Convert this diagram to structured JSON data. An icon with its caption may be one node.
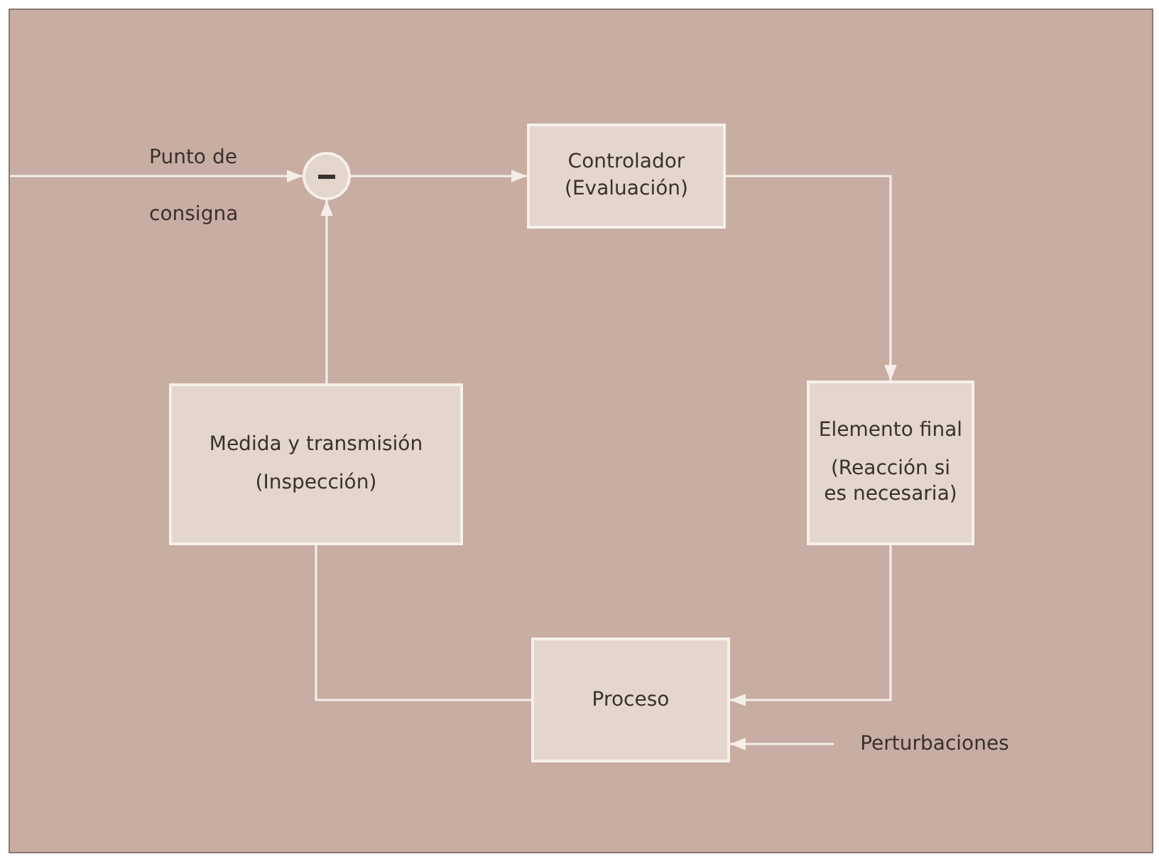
{
  "diagram": {
    "nodes": [
      {
        "text": [],
        "shape": "circle"
      },
      {
        "text": [
          "Controlador (Evaluación)"
        ]
      },
      {
        "text": [
          "Elemento final",
          "(Reacción si es necesaria)"
        ]
      },
      {
        "text": [
          "Proceso"
        ]
      },
      {
        "text": [
          "Medida y transmisión",
          "(Inspección)"
        ]
      },
      {
        "text": [
          "Perturbaciones"
        ]
      }
    ],
    "edges": [
      {
        "from": null,
        "to": 0,
        "arrow": "to",
        "label": "Punto de consigna"
      },
      {
        "from": 0,
        "to": 1,
        "arrow": "to"
      },
      {
        "from": 1,
        "to": 2,
        "arrow": "to"
      },
      {
        "from": 2,
        "to": 3,
        "arrow": "to"
      },
      {
        "from": 3,
        "to": 4,
        "arrow": "none"
      },
      {
        "from": 4,
        "to": 0,
        "arrow": "to"
      },
      {
        "from": 5,
        "to": 3,
        "arrow": "to"
      }
    ]
  }
}
